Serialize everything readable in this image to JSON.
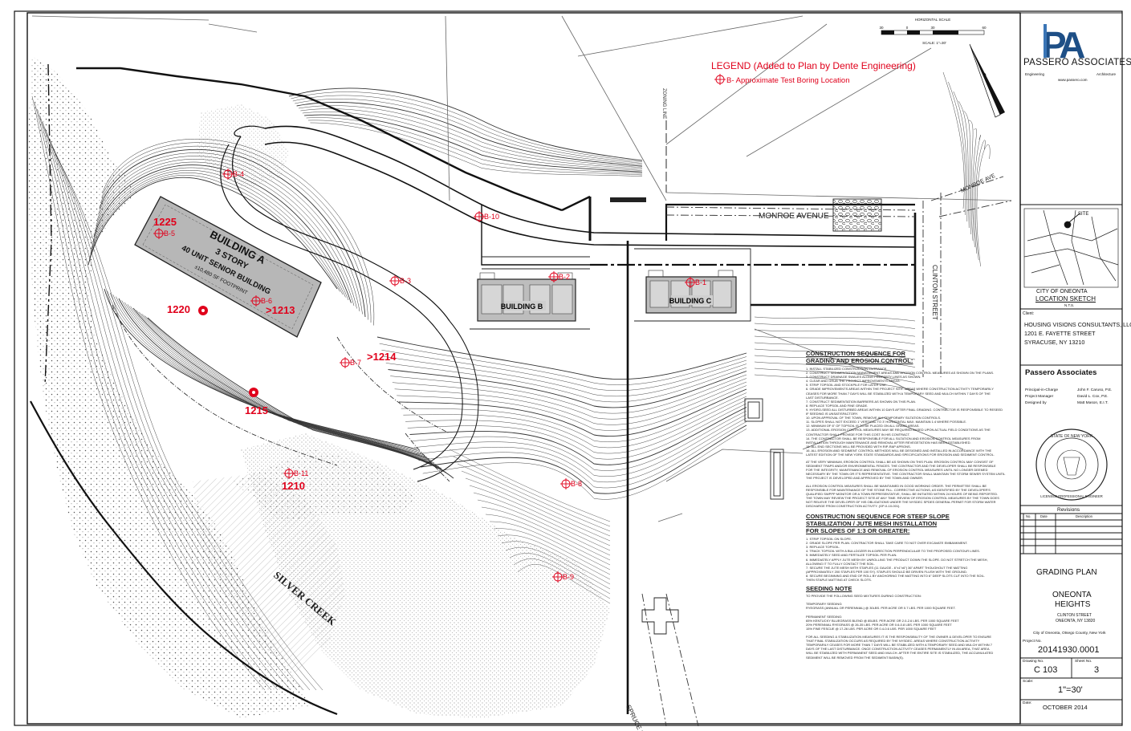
{
  "legend": {
    "title": "LEGEND (Added to Plan by Dente Engineering)",
    "item": "B- Approximate Test Boring Location"
  },
  "scale_bar": {
    "title": "HORIZONTAL SCALE",
    "ticks": [
      "30",
      "0",
      "30",
      "60"
    ],
    "scale_text": "SCALE: 1\"=30'"
  },
  "borings": [
    {
      "id": "B-1"
    },
    {
      "id": "B-2"
    },
    {
      "id": "B-3"
    },
    {
      "id": "B-4"
    },
    {
      "id": "B-5"
    },
    {
      "id": "B-6"
    },
    {
      "id": "B-7"
    },
    {
      "id": "B-8"
    },
    {
      "id": "B-9"
    },
    {
      "id": "B-10"
    },
    {
      "id": "B-11"
    }
  ],
  "elevations": [
    "1225",
    ">1213",
    "1220",
    ">1214",
    "1215",
    "1210"
  ],
  "buildings": {
    "a": [
      "BUILDING A",
      "3 STORY",
      "40 UNIT SENIOR BUILDING",
      "±10,480 SF FOOTPRINT"
    ],
    "b": "BUILDING B",
    "c": "BUILDING C"
  },
  "streets": {
    "monroe_avenue": "MONROE AVENUE",
    "clinton_street": "CLINTON STREET",
    "monroe_ave": "MONROE AVE",
    "silver_creek": "SILVER CREEK",
    "spruce_street": "SPRUCE STREET",
    "zoning_line": "ZONING LINE"
  },
  "title_block": {
    "logo_letters": "PA",
    "firm_name": "PASSERO ASSOCIATES",
    "engineering": "Engineering",
    "architecture": "Architecture",
    "website": "www.passero.com",
    "location_sketch_city": "CITY OF ONEONTA",
    "location_sketch_label": "LOCATION SKETCH",
    "location_sketch_nts": "N.T.S.",
    "location_site": "SITE",
    "client_label": "Client:",
    "client_name": "HOUSING VISIONS CONSULTANTS, LLC",
    "client_street": "1201 E. FAYETTE STREET",
    "client_city": "SYRACUSE, NY 13210",
    "firm_name_2": "Passero Associates",
    "principal_label": "Principal-in-Charge",
    "principal_name": "John F. Caruso, P.E.",
    "pm_label": "Project Manager",
    "pm_name": "David L. Cox, P.E.",
    "designer_label": "Designed by",
    "designer_name": "Matt Mason, E.I.T.",
    "seal_state": "STATE OF NEW YORK",
    "seal_text": "LICENSED PROFESSIONAL ENGINEER",
    "revisions_label": "Revisions",
    "rev_col_no": "No.",
    "rev_col_date": "Date",
    "rev_col_desc": "Description",
    "drawing_title": "GRADING PLAN",
    "project_name_1": "ONEONTA",
    "project_name_2": "HEIGHTS",
    "project_street": "CLINTON STREET",
    "project_city": "ONEONTA, NY 13820",
    "project_county": "City of Oneonta, Otsego County, New York",
    "project_no_label": "Project No.",
    "project_no": "20141930.0001",
    "drawing_no_label": "Drawing No.",
    "drawing_no": "C 103",
    "sheet_no_label": "Sheet No.",
    "sheet_no": "3",
    "scale_label": "Scale:",
    "scale": "1\"=30'",
    "date_label": "Date:",
    "date": "OCTOBER 2014"
  },
  "notes": {
    "sequence_heading_1": "CONSTRUCTION SEQUENCE FOR",
    "sequence_heading_2": "GRADING AND EROSION CONTROL:",
    "sequence_lines": [
      "1. INSTALL STABILIZED CONSTRUCTION ENTRANCE.",
      "2. CONSTRUCT SEDIMENTATION MANAGEMENT AREAS AND EROSION CONTROL MEASURES AS SHOWN ON THE PLANS.",
      "3. CONSTRUCT DRAINAGE SWALES ALONG PROPERTY LINES AS SHOWN.",
      "4. CLEAR AND GRUB THE PROJECT IMPROVEMENTS AREAS.",
      "5. STRIP TOPSOIL AND STOCKPILE FOR LATER USE.",
      "6. GRADE IMPROVEMENTS AREAS WITHIN THE PROJECT SITE. AREAS WHERE CONSTRUCTION ACTIVITY TEMPORARILY",
      "   CEASES FOR MORE THAN 7 DAYS WILL BE STABILIZED WITH A TEMPORARY SEED AND MULCH WITHIN 7 DAYS OF THE",
      "   LAST DISTURBANCE.",
      "7. CONSTRUCT SEDIMENTATION BARRIERS AS SHOWN ON THIS PLAN.",
      "8. REPLACE TOPSOIL AND FINE GRADE.",
      "9. HYDRO-SEED ALL DISTURBED AREAS WITHIN 10 DAYS AFTER FINAL GRADING. CONTRACTOR IS RESPONSIBLE TO RESEED",
      "   IF SEEDING IS UNSATISFACTORY.",
      "10. UPON APPROVAL OF THE TOWN, REMOVE ALL TEMPORARY SILTATION CONTROLS.",
      "11. SLOPES SHALL NOT EXCEED 1' VERTICAL TO 3' HORIZONTAL MAX. MAINTAIN 1:4 WHERE POSSIBLE.",
      "12. MINIMUM OF 6\" OF TOPSOIL IS TO BE PLACED ON ALL GRASS AREAS.",
      "13. ADDITIONAL EROSION CONTROL MEASURES MAY BE REQUIRED BASED UPON ACTUAL FIELD CONDITIONS AS THE",
      "    CONTRACTOR SHALL PROVIDE FOR THIS COST IN HIS CONTRACT.",
      "14. THE CONTRACTOR SHALL BE RESPONSIBLE FOR ALL SILTATION AND EROSION CONTROL MEASURES FROM",
      "    INSTALLATION THROUGH MAINTENANCE AND REMOVAL AFTER REVEGETATION HAS BEEN ESTABLISHED.",
      "15. ALL END SECTIONS WILL BE PROVIDED WITH RIP-RAP APRONS.",
      "16. ALL EROSION AND SEDIMENT CONTROL METHODS WILL BE DESIGNED AND INSTALLED IN ACCORDANCE WITH THE",
      "    LATEST EDITION OF THE NEW YORK STATE STANDARDS AND SPECIFICATIONS FOR EROSION AND SEDIMENT CONTROL."
    ],
    "paragraph_1": [
      "AT THE VERY MINIMUM, EROSION CONTROL SHALL BE AS SHOWN ON THIS PLAN. EROSION CONTROL MAY CONSIST OF",
      "SEDIMENT TRAPS AND/OR ENVIRONMENTAL FENCES. THE CONTRACTOR AND THE DEVELOPER SHALL BE RESPONSIBLE",
      "FOR THE INTEGRITY, MAINTENANCE AND REMOVAL OF EROSION CONTROL MEASURES UNTIL NO LONGER DEEMED",
      "NECESSARY BY THE TOWN OR IT'S REPRESENTATIVE. THE CONTRACTOR SHALL MAINTAIN THE STORM SEWER SYSTEM UNTIL",
      "THE PROJECT IS DEVELOPED AND APPROVED BY THE TOWN AND OWNER."
    ],
    "paragraph_2": [
      "ALL EROSION CONTROL MEASURES SHALL BE MAINTAINED IN GOOD WORKING ORDER. THE PERMITTEE SHALL BE",
      "RESPONSIBLE FOR MAINTENANCE OF THE STONE FILL. CORRECTIVE ACTIONS, AS IDENTIFIED BY THE DEVELOPER'S",
      "QUALIFIED SWPPP MONITOR OR A TOWN REPRESENTATIVE, SHALL BE INITIATED WITHIN 24 HOURS OF BEING REPORTED.",
      "THE TOWN MAY REVIEW THE PROJECT SITE AT ANY TIME. REVIEW OF EROSION CONTROL MEASURES BY THE TOWN DOES",
      "NOT RELIEVE THE DEVELOPER OF HIS OBLIGATIONS UNDER THE NYSDEC SPDES GENERAL PERMIT FOR STORM WATER",
      "DISCHARGE FROM CONSTRUCTION ACTIVITY. (GP-0-10-001)."
    ],
    "steep_heading_1": "CONSTRUCTION SEQUENCE FOR STEEP SLOPE",
    "steep_heading_2": "STABILIZATION / JUTE MESH INSTALLATION",
    "steep_heading_3": "FOR SLOPES OF 1:3 OR GREATER:",
    "steep_lines": [
      "1. STRIP TOPSOIL ON SLOPE.",
      "2. GRADE SLOPE PER PLAN. CONTRACTOR SHALL TAKE CARE TO NOT OVER EXCAVATE EMBANKMENT.",
      "3. REPLACE TOPSOIL.",
      "4. TRACK TOPSOIL WITH A BULLDOZER IN A DIRECTION PERPENDICULAR TO THE PROPOSED CONTOUR LINES.",
      "5. IMMEDIATELY SEED AND FERTILIZE TOPSOIL PER PLAN.",
      "6. IMMEDIATELY APPLY JUTE MESH BY UNROLLING THE PRODUCT DOWN THE SLOPE. DO NOT STRETCH THE MESH,",
      "   ALLOWING IT TO FULLY CONTACT THE SOIL.",
      "7. SECURE THE JUTE MESH WITH STAPLES (11 GAUGE - 6\"x1\"x6\") 36\" APART THOUGHOUT THE MATTING",
      "   (APPROXIMATELY 200 STAPLES PER 100 SY). STAPLES SHOULD BE DRIVEN FLUSH WITH THE GROUND.",
      "8. SECURE BEGINNING AND END OF ROLL BY ANCHORING THE MATTING INTO 6\" DEEP SLOTS CUT INTO THE SOIL.",
      "   THEN STAPLE MATTING AT CHECK SLOTS."
    ],
    "seeding_heading": "SEEDING NOTE",
    "seeding_lines": [
      "TO PROVIDE THE FOLLOWING SEED MIXTURES DURING CONSTRUCTION:",
      "",
      "TEMPORARY SEEDING:",
      "    RYEGRASS (ANNUAL OR PERENNIAL) @ 30LBS. PER ACRE OR 0.7 LBS. PER 1000 SQUARE FEET.",
      "",
      "PERMANENT SEEDING:",
      "    65% KENTUCKY BLUEGRASS BLEND @ 85LBS. PER ACRE OR 2.0-2.6 LBS. PER 1000 SQUARE FEET",
      "    20% PERENNIAL RYEGRASS @ 26-35 LBS. PER ACRE OR 0.6-0.8 LBS. PER 1000 SQUARE FEET",
      "    15% FINE FESCUE @ 17-26 LBS. PER ACRE OR 0.4-0.6 LBS. PER 1000 SQUARE FEET",
      "",
      "FOR ALL SEEDING & STABILIZATION MEASURES IT IS THE RESPONSIBILITY OF THE OWNER & DEVELOPER TO ENSURE",
      "THAT FINAL STABILIZATION OCCURS AS REQUIRED BY THE NYSDEC. AREAS WHERE CONSTRUCTION ACTIVITY",
      "TEMPORARILY CEASES FOR MORE THAN 7 DAYS WILL BE STABILIZED WITH A TEMPORARY SEED AND MULCH WITHIN 7",
      "DAYS OF THE LAST DISTURBANCE. ONCE CONSTRUCTION ACTIVITY CEASES PERMANENTLY IN AN AREA, THAT AREA",
      "WILL BE STABILIZED WITH PERMANENT SEED AND MULCH. AFTER THE ENTIRE SITE IS STABILIZED, THE ACCUMULATED",
      "SEDIMENT WILL BE REMOVED FROM THE SEDIMENT BASIN(S)."
    ]
  },
  "colors": {
    "line": "#222222",
    "legend_red": "#e0001b",
    "logo_blue": "#1e4f86",
    "logo_blue_light": "#3a75b5",
    "building": "#b7b7b7",
    "building_dark": "#8c8c8c"
  }
}
